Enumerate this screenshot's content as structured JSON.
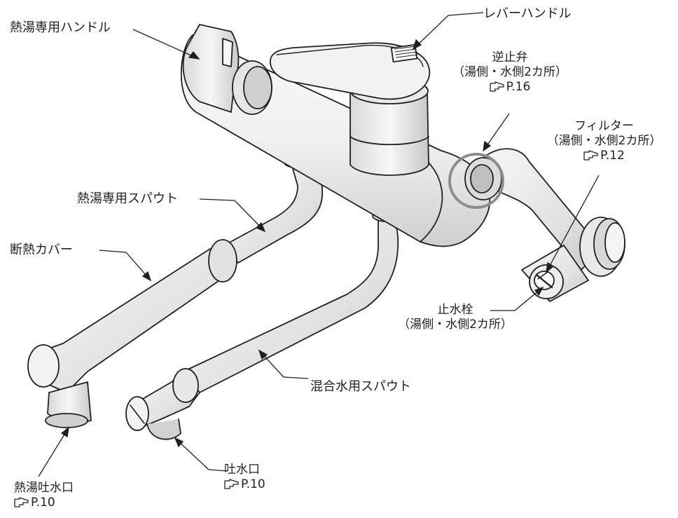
{
  "labels": {
    "hot_handle": "熱湯専用ハンドル",
    "lever_handle": "レバーハンドル",
    "check_valve": {
      "title": "逆止弁",
      "note": "（湯側・水側2カ所）",
      "ref": "P.16"
    },
    "filter": {
      "title": "フィルター",
      "note": "（湯側・水側2カ所）",
      "ref": "P.12"
    },
    "hot_spout": "熱湯専用スパウト",
    "insulation_cover": "断熱カバー",
    "stop_valve": {
      "title": "止水栓",
      "note": "（湯側・水側2カ所）"
    },
    "mixed_spout": "混合水用スパウト",
    "outlet": {
      "title": "吐水口",
      "ref": "P.10"
    },
    "hot_outlet": {
      "title": "熱湯吐水口",
      "ref": "P.10"
    }
  },
  "icons": {
    "page_ref": "pointing-hand-icon"
  },
  "colors": {
    "line": "#231f20",
    "body_shade": "#e6e6e6",
    "highlight_circle": "#8c8c8c"
  }
}
